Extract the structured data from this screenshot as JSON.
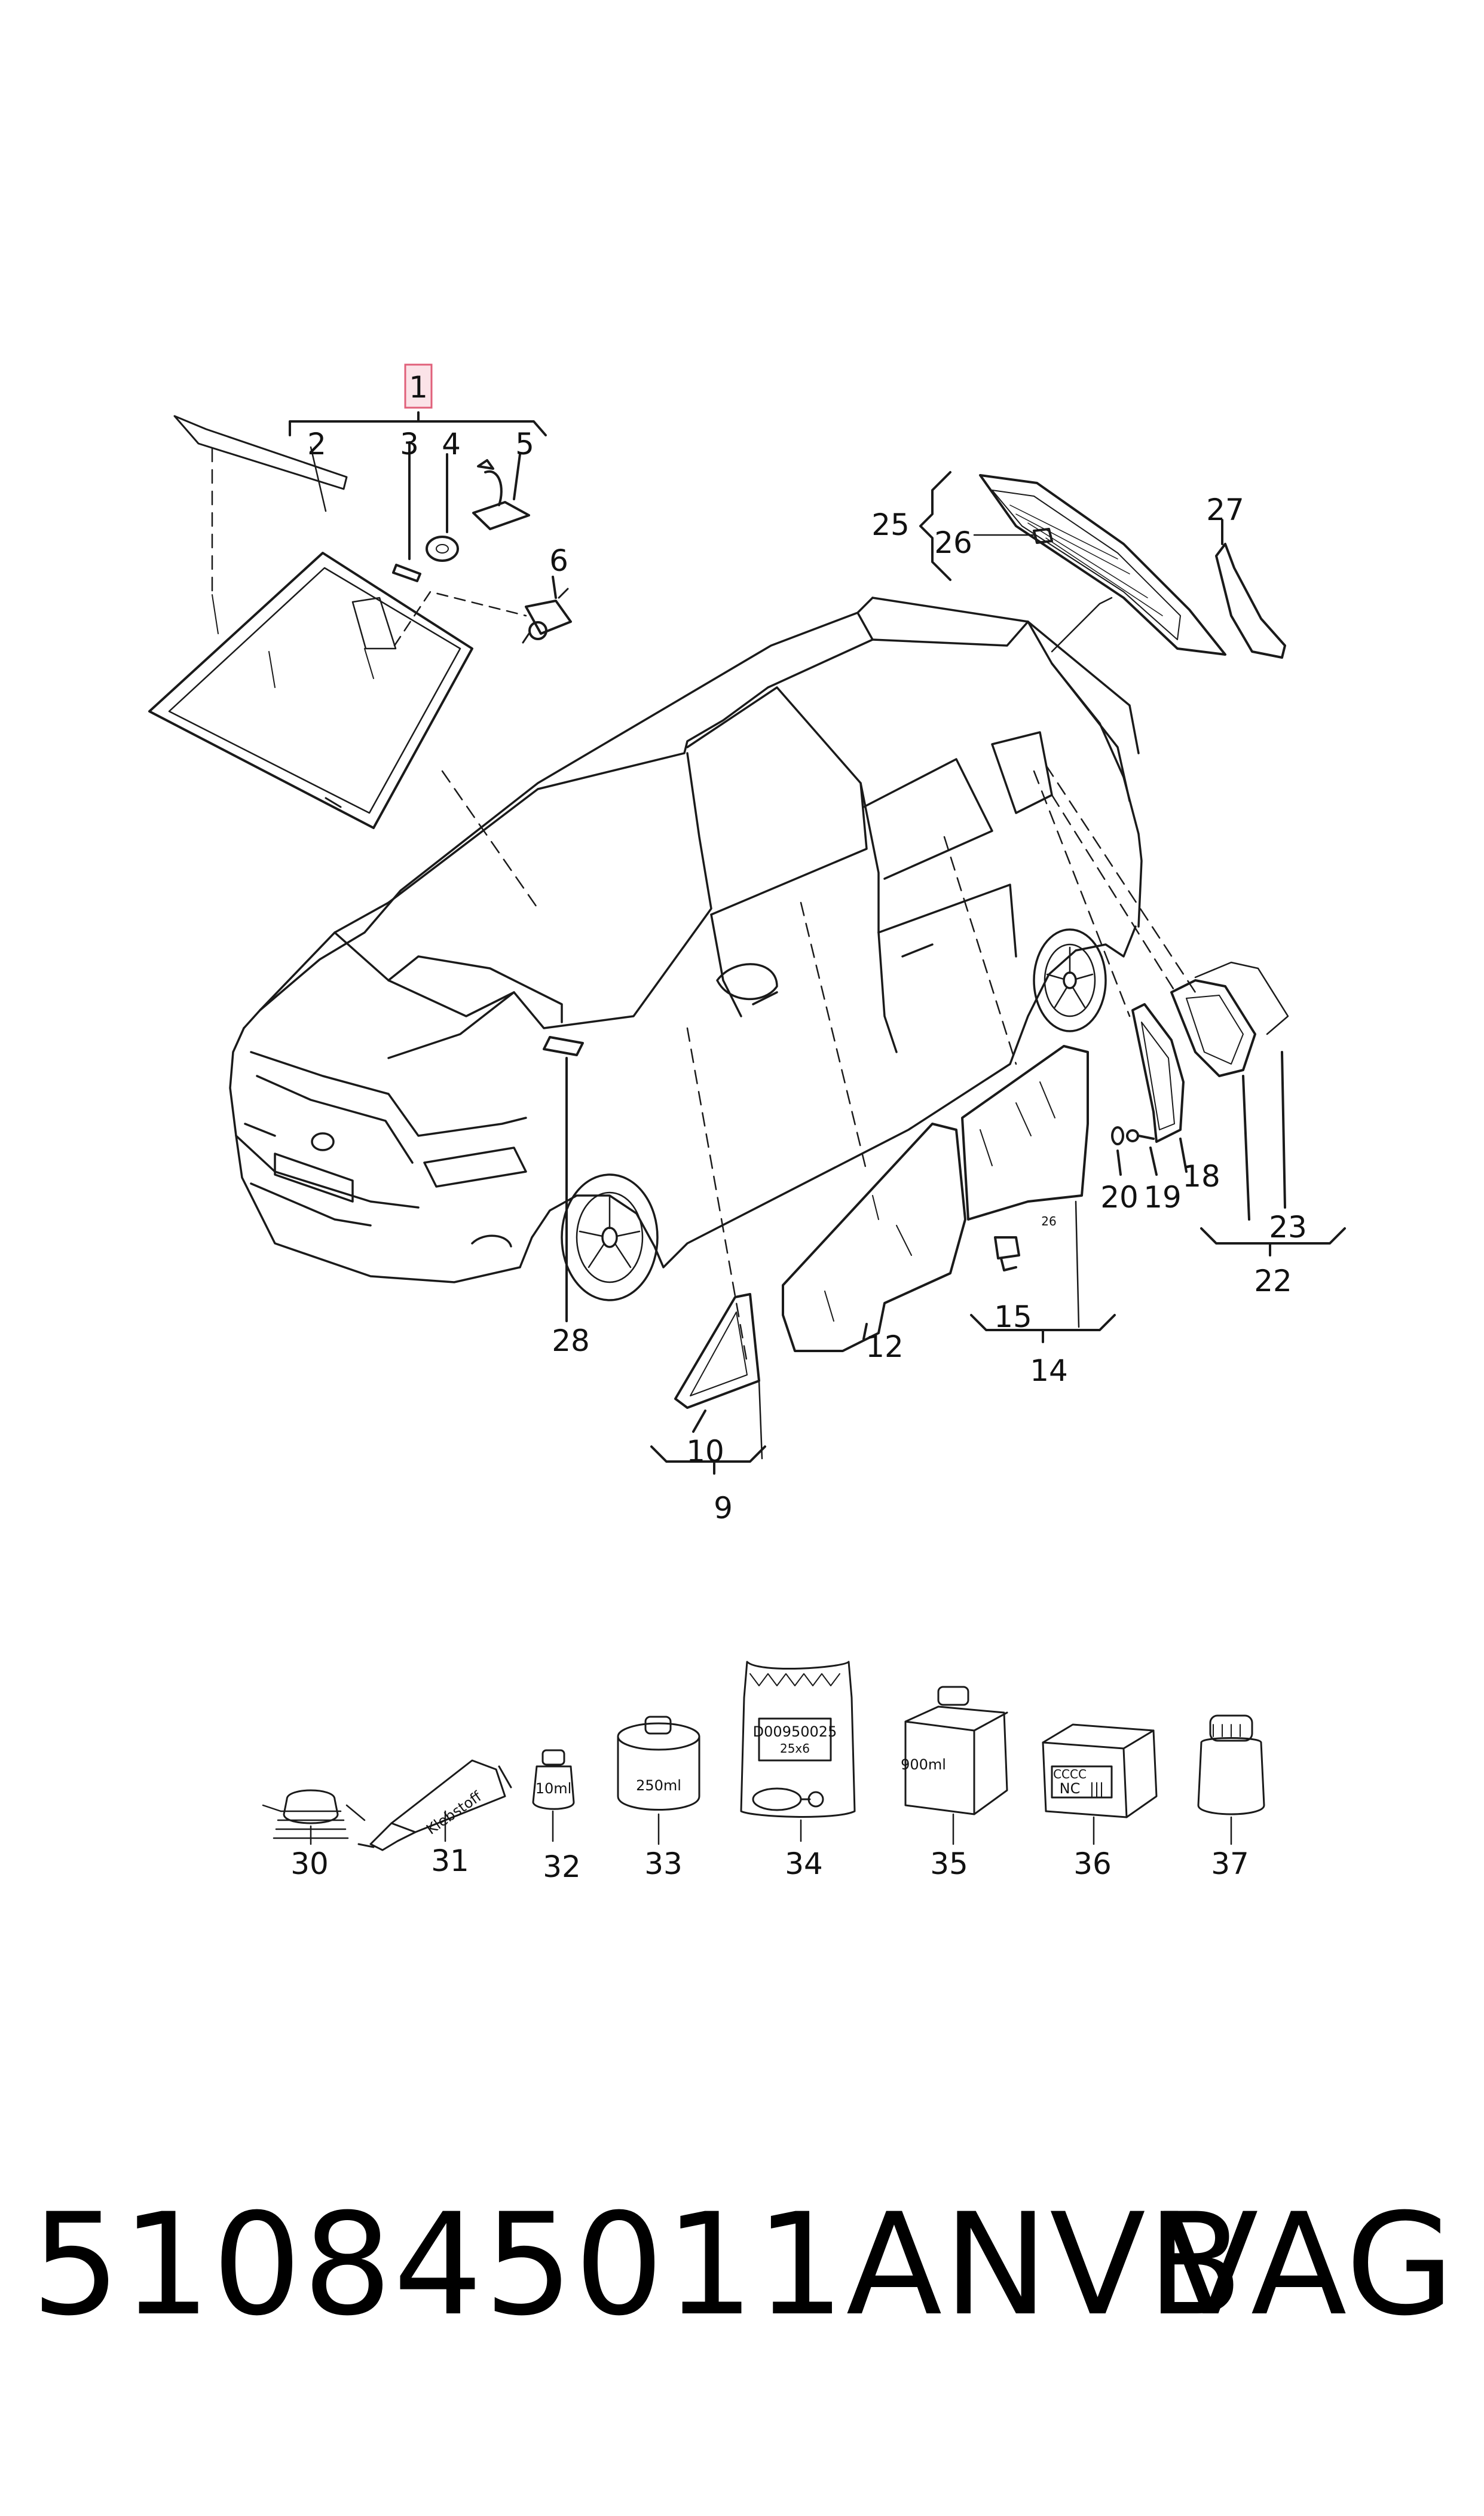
{
  "callouts": {
    "c1": "1",
    "c2": "2",
    "c3": "3",
    "c4": "4",
    "c5": "5",
    "c6": "6",
    "c9": "9",
    "c10": "10",
    "c12": "12",
    "c14": "14",
    "c15": "15",
    "c18": "18",
    "c19": "19",
    "c20": "20",
    "c22": "22",
    "c23": "23",
    "c25": "25",
    "c26": "26",
    "c27": "27",
    "c28": "28",
    "c30": "30",
    "c31": "31",
    "c32": "32",
    "c33": "33",
    "c34": "34",
    "c35": "35",
    "c36": "36",
    "c37": "37"
  },
  "product_labels": {
    "tube": "Klebstoff",
    "vial": "10ml",
    "can": "250ml",
    "bag_code": "D00950025",
    "bag_qty": "25x6",
    "bottle": "900ml",
    "box_top": "CCCC",
    "box_nc": "NC",
    "box_marks": "|||",
    "glass_mark": "26"
  },
  "footer": {
    "part_number": "510845011ANVB",
    "brand": "VAG"
  },
  "colors": {
    "line": "#1a1a1a",
    "highlight_border": "#e0607a",
    "highlight_fill": "#fbe3e8"
  }
}
